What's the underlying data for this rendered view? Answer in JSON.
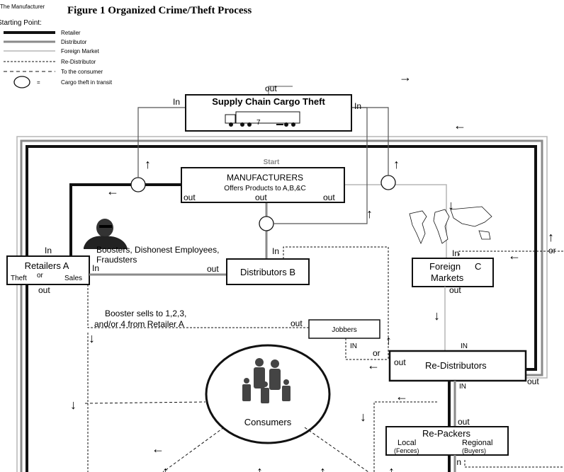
{
  "title": "Figure 1 Organized Crime/Theft Process",
  "legend": {
    "heading_1": "The Manufacturer",
    "heading_2": "Starting Point:",
    "items": [
      "Retailer",
      "Distributor",
      "Foreign Market",
      "Re-Distributor",
      "To the consumer"
    ],
    "circle_eq": "=",
    "circle_label": "Cargo theft in transit"
  },
  "nodes": {
    "supply_chain": "Supply Chain Cargo Theft",
    "truck_mark": "7",
    "start": "Start",
    "manufacturers": "MANUFACTURERS",
    "manufacturers_sub": "Offers Products to A,B,&C",
    "retailers": "Retailers  A",
    "retailers_theft": "Theft",
    "retailers_or": "or",
    "retailers_sales": "Sales",
    "distributors": "Distributors B",
    "foreign_1": "Foreign",
    "foreign_letter": "C",
    "foreign_2": "Markets",
    "jobbers": "Jobbers",
    "redistributors": "Re-Distributors",
    "consumers": "Consumers",
    "repackers": "Re-Packers",
    "repackers_local": "Local",
    "repackers_regional": "Regional",
    "repackers_fences": "(Fences)",
    "repackers_buyers": "(Buyers)"
  },
  "labels": {
    "in": "In",
    "IN": "IN",
    "out": "out",
    "or": "or",
    "boosters_1": "Boosters, Dishonest Employees,",
    "boosters_2": "Fraudsters",
    "booster_sells_1": "Booster sells to 1,2,3,",
    "booster_sells_2": "and/or 4 from Retailer A"
  },
  "arrows": {
    "right": "→",
    "left": "←",
    "up": "↑",
    "down": "↓",
    "corner_down": "↓"
  },
  "colors": {
    "ink": "#111111",
    "retailer": "#222222",
    "distributor": "#8a8a8a",
    "foreign": "#b5b5b5"
  }
}
